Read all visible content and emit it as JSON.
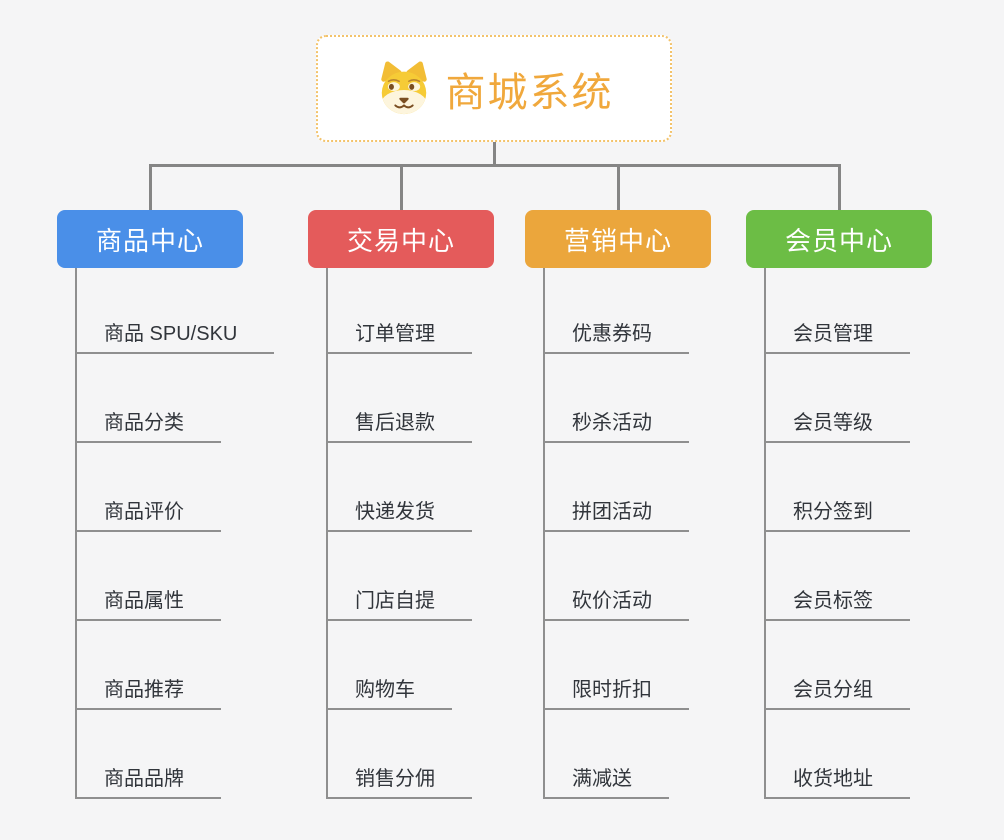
{
  "root": {
    "title": "商城系统",
    "icon": "doge-icon",
    "accent_color": "#f0a83c",
    "border_color": "#f3c36b"
  },
  "connector_color": "#858585",
  "underline_color": "#8f8f8f",
  "child_text_color": "#31353b",
  "branches": [
    {
      "label": "商品中心",
      "color": "#4a8fe8",
      "children": [
        "商品 SPU/SKU",
        "商品分类",
        "商品评价",
        "商品属性",
        "商品推荐",
        "商品品牌"
      ]
    },
    {
      "label": "交易中心",
      "color": "#e45b5b",
      "children": [
        "订单管理",
        "售后退款",
        "快递发货",
        "门店自提",
        "购物车",
        "销售分佣"
      ]
    },
    {
      "label": "营销中心",
      "color": "#eba63c",
      "children": [
        "优惠券码",
        "秒杀活动",
        "拼团活动",
        "砍价活动",
        "限时折扣",
        "满减送"
      ]
    },
    {
      "label": "会员中心",
      "color": "#6cbd45",
      "children": [
        "会员管理",
        "会员等级",
        "积分签到",
        "会员标签",
        "会员分组",
        "收货地址"
      ]
    }
  ]
}
